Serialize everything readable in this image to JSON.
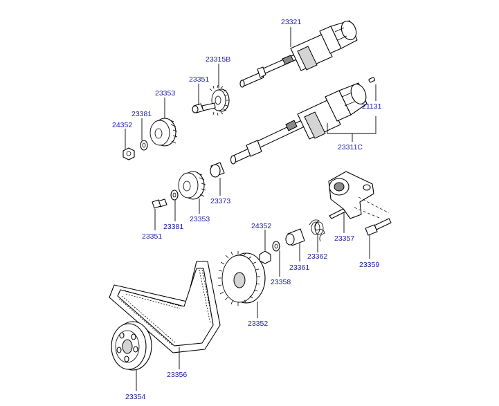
{
  "parts": {
    "p23321": "23321",
    "p23315B": "23315B",
    "p23351_top": "23351",
    "p23353_top": "23353",
    "p23381_top": "23381",
    "p24352_top": "24352",
    "p21131": "21131",
    "p23311C": "23311C",
    "p23373": "23373",
    "p23353_mid": "23353",
    "p23381_mid": "23381",
    "p23351_mid": "23351",
    "p24352_mid": "24352",
    "p23357": "23357",
    "p23361": "23361",
    "p23362": "23362",
    "p23358": "23358",
    "p23359": "23359",
    "p23352": "23352",
    "p23356": "23356",
    "p23354": "23354"
  }
}
